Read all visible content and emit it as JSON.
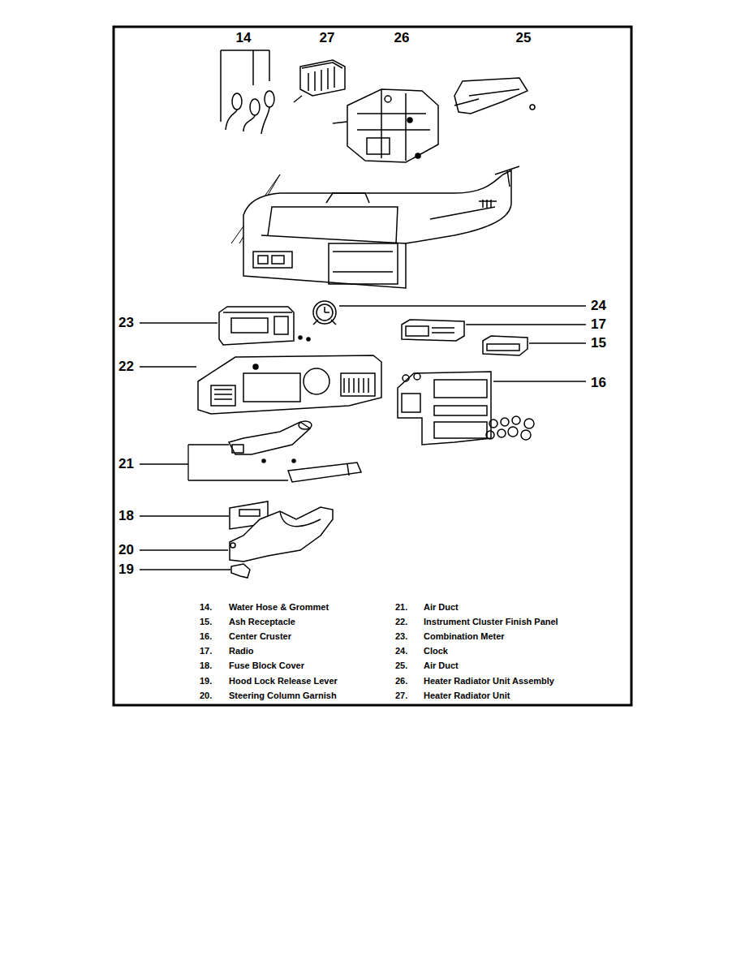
{
  "diagram": {
    "labels": [
      "14",
      "27",
      "26",
      "25",
      "24",
      "23",
      "17",
      "15",
      "22",
      "16",
      "21",
      "18",
      "20",
      "19",
      "14.",
      "Water Hose & Grommet",
      "21.",
      "Air Duct",
      "15.",
      "Ash Receptacle",
      "22.",
      "Instrument Cluster Finish Panel",
      "16.",
      "Center Cruster",
      "23.",
      "Combination Meter",
      "17.",
      "Radio",
      "24.",
      "Clock",
      "18.",
      "Fuse Block Cover",
      "25.",
      "Air Duct",
      "19.",
      "Hood Lock Release Lever",
      "26.",
      "Heater Radiator Unit Assembly",
      "20.",
      "Steering Column Garnish",
      "27.",
      "Heater Radiator Unit"
    ]
  }
}
